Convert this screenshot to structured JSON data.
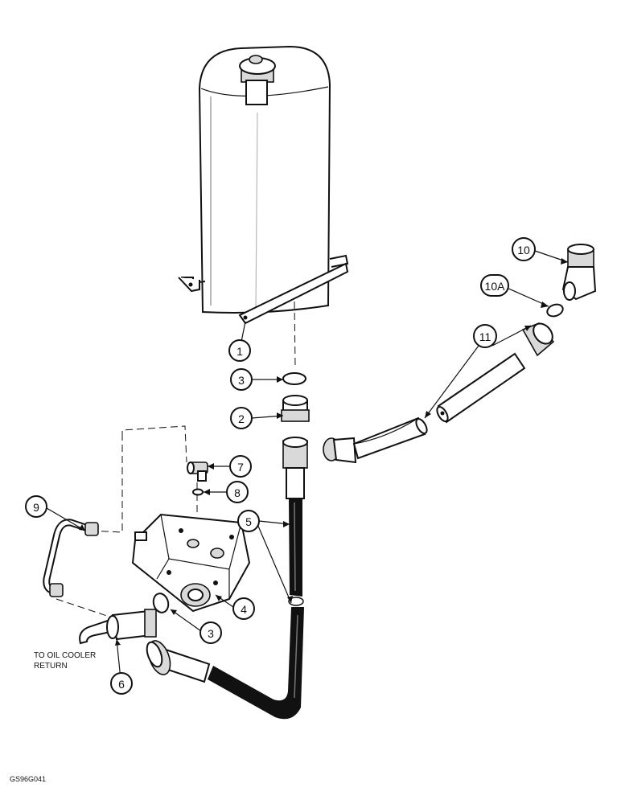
{
  "callouts": [
    {
      "id": "c1",
      "label": "1"
    },
    {
      "id": "c3a",
      "label": "3"
    },
    {
      "id": "c2",
      "label": "2"
    },
    {
      "id": "c7",
      "label": "7"
    },
    {
      "id": "c8",
      "label": "8"
    },
    {
      "id": "c9",
      "label": "9"
    },
    {
      "id": "c5",
      "label": "5"
    },
    {
      "id": "c4",
      "label": "4"
    },
    {
      "id": "c3b",
      "label": "3"
    },
    {
      "id": "c6",
      "label": "6"
    },
    {
      "id": "c10",
      "label": "10"
    },
    {
      "id": "c10a",
      "label": "10A"
    },
    {
      "id": "c11",
      "label": "11"
    }
  ],
  "notes": {
    "oil_cooler_line1": "TO OIL COOLER",
    "oil_cooler_line2": "RETURN"
  },
  "figure_code": "GS96G041",
  "colors": {
    "ink": "#111111",
    "paper": "#ffffff",
    "shade": "#d9d9d9"
  }
}
